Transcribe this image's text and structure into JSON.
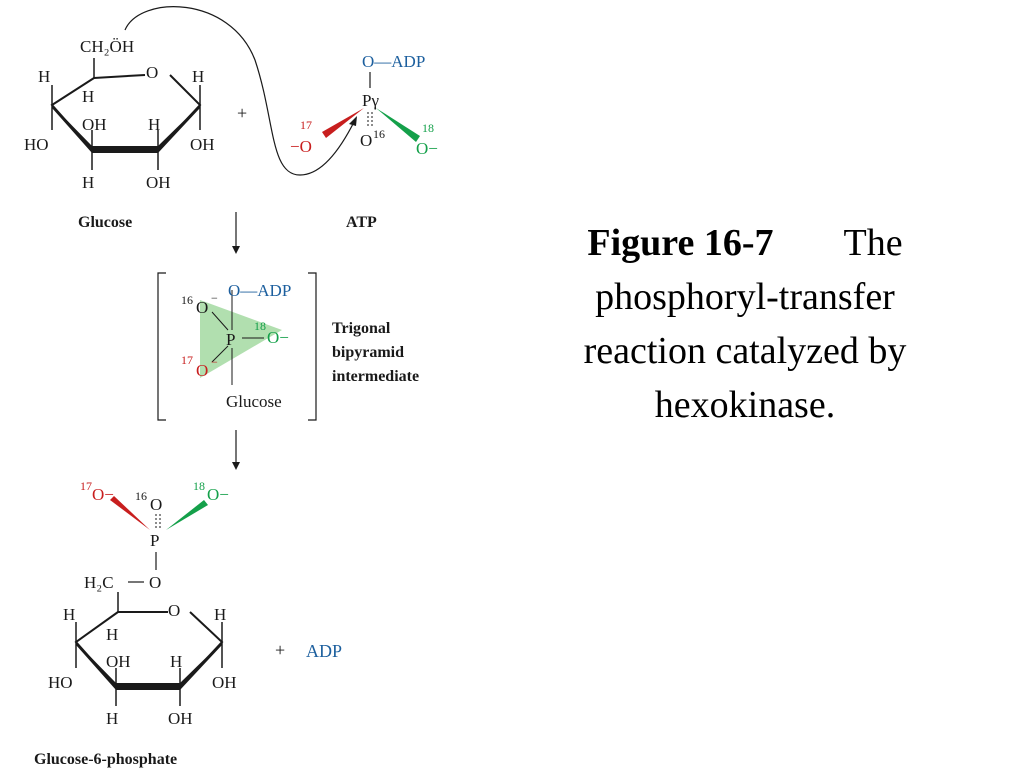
{
  "caption": {
    "figure": "Figure 16-7",
    "text": "The phosphoryl-transfer reaction catalyzed by hexokinase."
  },
  "labels": {
    "glucose": "Glucose",
    "atp": "ATP",
    "intermediate_l1": "Trigonal",
    "intermediate_l2": "bipyramid",
    "intermediate_l3": "intermediate",
    "intermediate_glucose": "Glucose",
    "product": "Glucose-6-phosphate",
    "plus": "+",
    "adp": "ADP"
  },
  "atoms": {
    "ch2oh": "CH₂ÖH",
    "h": "H",
    "o": "O",
    "oh": "OH",
    "ho": "HO",
    "o_adp": "O—ADP",
    "p_gamma": "Pγ",
    "p": "P",
    "h2c": "H₂C",
    "o17_minus": "−O",
    "o18_minus": "O−",
    "o16": "O",
    "iso16": "16",
    "iso17": "17",
    "iso18": "18",
    "minus": "−"
  },
  "colors": {
    "black": "#1a1a1a",
    "blue": "#1c5f9e",
    "red": "#c81e1e",
    "green": "#14a04a",
    "triangle_fill": "#a8dba6"
  }
}
